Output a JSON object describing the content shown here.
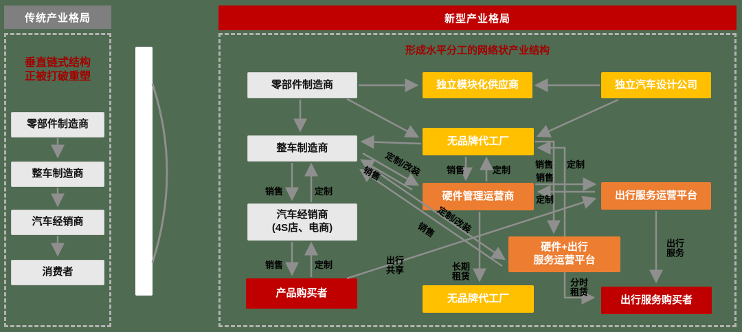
{
  "left_panel": {
    "header": "传统产业格局",
    "note": [
      "垂直链式结构",
      "正被打破重塑"
    ],
    "boxes": [
      "零部件制造商",
      "整车制造商",
      "汽车经销商",
      "消费者"
    ]
  },
  "right_panel": {
    "header": "新型产业格局",
    "subtitle": "形成水平分工的网络状产业结构",
    "boxes": {
      "parts_maker": "零部件制造商",
      "modular_supplier": "独立模块化供应商",
      "design_company": "独立汽车设计公司",
      "oem": "整车制造商",
      "no_brand_factory_top": "无品牌代工厂",
      "hardware_operator": "硬件管理运营商",
      "mobility_platform": "出行服务运营平台",
      "dealer": [
        "汽车经销商",
        "(4S店、电商)"
      ],
      "product_buyer": "产品购买者",
      "no_brand_factory_bottom": "无品牌代工厂",
      "hw_mobility_platform": [
        "硬件+出行",
        "服务运营平台"
      ],
      "mobility_buyer": "出行服务购买者"
    },
    "edge_labels": {
      "sell": "销售",
      "custom": "定制",
      "custom_retrofit": "定制/改装",
      "travel_share": [
        "出行",
        "共享"
      ],
      "long_lease": [
        "长期",
        "租赁"
      ],
      "time_lease": [
        "分时",
        "租赁"
      ],
      "travel_service": [
        "出行",
        "服务"
      ]
    }
  },
  "colors": {
    "background": "#4f6b51",
    "accent_red": "#c00000",
    "accent_yellow": "#ffc000",
    "accent_orange": "#ed7d31",
    "box_gray": "#e9e8e8",
    "header_gray": "#7f7f7f",
    "note_red": "#a30000",
    "arrow_gray": "#8f8f8f"
  }
}
